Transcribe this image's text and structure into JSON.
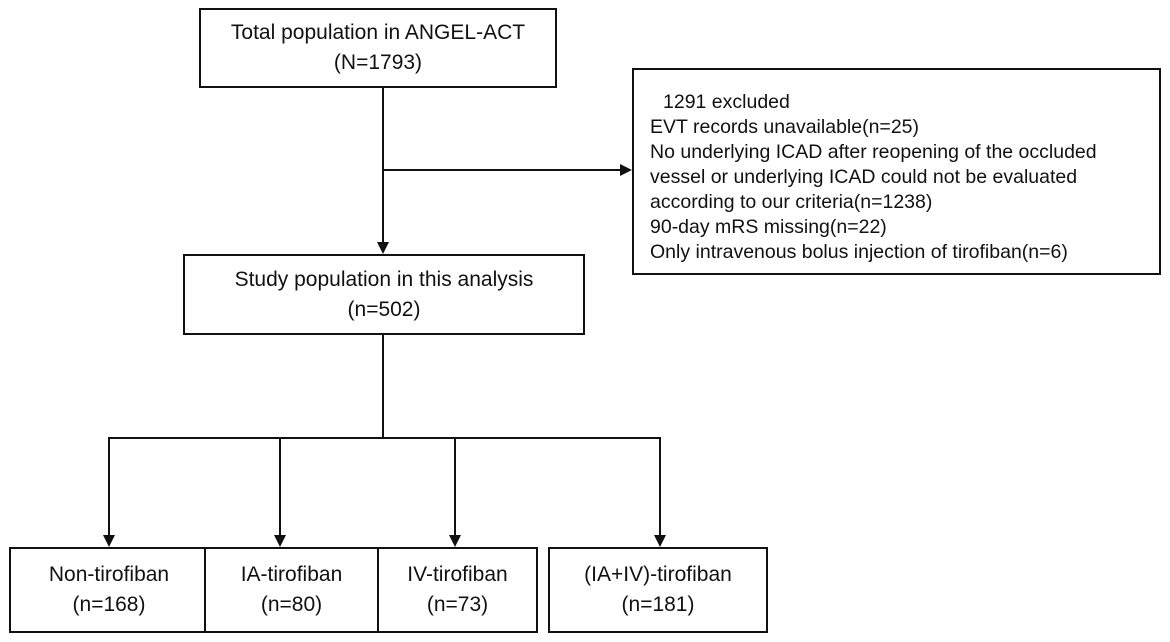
{
  "total_population": {
    "label": "Total population in ANGEL-ACT",
    "count": "(N=1793)"
  },
  "excluded": {
    "heading": "1291 excluded",
    "reasons": [
      "EVT records unavailable(n=25)",
      "No underlying ICAD after reopening of the occluded",
      "vessel or underlying ICAD could not be evaluated",
      "according to our criteria(n=1238)",
      "90-day mRS missing(n=22)",
      "Only intravenous bolus injection of tirofiban(n=6)"
    ]
  },
  "study_population": {
    "label": "Study population in this analysis",
    "count": "(n=502)"
  },
  "groups": [
    {
      "label": "Non-tirofiban",
      "count": "(n=168)"
    },
    {
      "label": "IA-tirofiban",
      "count": "(n=80)"
    },
    {
      "label": "IV-tirofiban",
      "count": "(n=73)"
    },
    {
      "label": "(IA+IV)-tirofiban",
      "count": "(n=181)"
    }
  ],
  "colors": {
    "line": "#111111",
    "box_border": "#111111",
    "background": "#ffffff"
  }
}
